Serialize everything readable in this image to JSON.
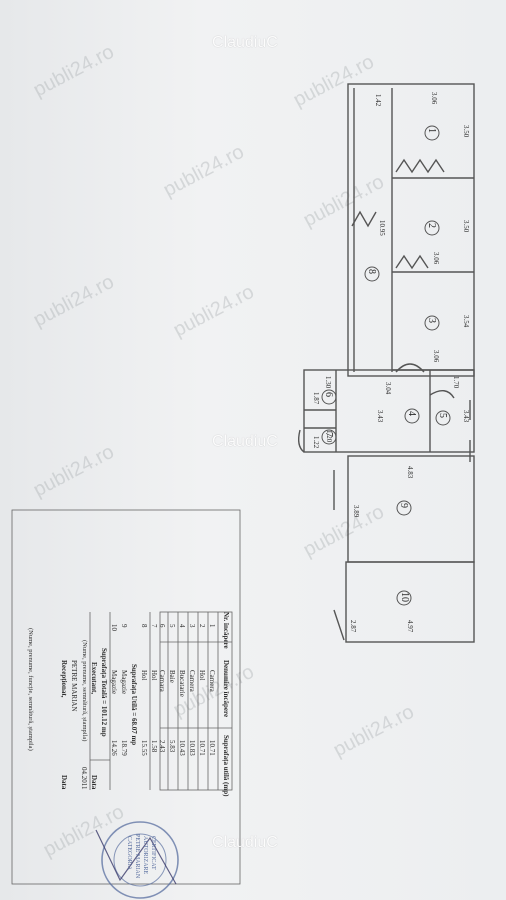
{
  "watermarks": {
    "brand": "ClaudiuC",
    "site": "publi24.ro"
  },
  "rooms": [
    {
      "n": "1"
    },
    {
      "n": "2"
    },
    {
      "n": "3"
    },
    {
      "n": "4"
    },
    {
      "n": "5"
    },
    {
      "n": "6"
    },
    {
      "n": "7"
    },
    {
      "n": "8"
    },
    {
      "n": "9"
    },
    {
      "n": "10"
    }
  ],
  "dimensions": {
    "d1": "1.42",
    "d2": "3.06",
    "d3": "3.50",
    "d4": "3.50",
    "d5": "10.95",
    "d6": "3.06",
    "d7": "3.54",
    "d8": "3.06",
    "d9": "1.30",
    "d10": "1.87",
    "d11": "3.04",
    "d12": "3.43",
    "d13": "1.70",
    "d14": "3.43",
    "d15": "1.20",
    "d16": "1.22",
    "d17": "4.83",
    "d18": "3.89",
    "d19": "2.87",
    "d20": "4.97"
  },
  "table": {
    "headers": [
      "Nr. încăpere",
      "Denumire încăpere",
      "Suprafața utilă (mp)"
    ],
    "rows": [
      [
        "1",
        "Camera",
        "10.71"
      ],
      [
        "2",
        "Hol",
        "10.71"
      ],
      [
        "3",
        "Camera",
        "10.83"
      ],
      [
        "4",
        "Bucatarie",
        "10.43"
      ],
      [
        "5",
        "Baie",
        "5.83"
      ],
      [
        "6",
        "Camara",
        "2.43"
      ],
      [
        "7",
        "Hol",
        "1.58"
      ],
      [
        "8",
        "Hol",
        "15.55"
      ]
    ],
    "util_label": "Suprafața Utilă = 68.07 mp",
    "rows2": [
      [
        "9",
        "Magazie",
        "18.79"
      ],
      [
        "10",
        "Magazie",
        "14.26"
      ]
    ],
    "total_label": "Suprafața Totală = 101.12 mp",
    "executant_label": "Executant,",
    "executant_sub": "(Nume, prenume, semnătură, ștampila)",
    "executant_name": "PETRE MARIAN",
    "data_label": "Data",
    "data_value": "04.2011",
    "receptionat_label": "Recepționat,",
    "receptionat_sub": "(Nume, prenume, funcție, semnătură, ștampila)",
    "data_label2": "Data"
  },
  "stamp": {
    "lines": [
      "CERTIFICAT",
      "AUTORIZARE",
      "PETRE MARIAN",
      "CATEGORIA"
    ]
  }
}
